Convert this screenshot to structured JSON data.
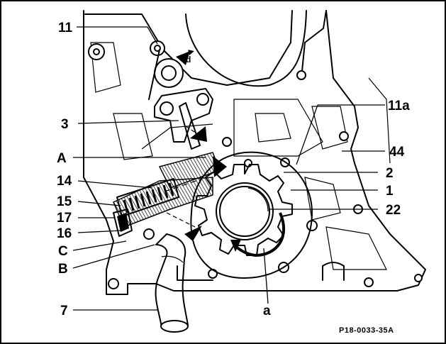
{
  "figure_reference": "P18-0033-35A",
  "callouts": {
    "c11": "11",
    "c11a": "11a",
    "c3": "3",
    "c44": "44",
    "cA": "A",
    "c2": "2",
    "c14": "14",
    "c1": "1",
    "c15": "15",
    "c22": "22",
    "c17": "17",
    "c16": "16",
    "cC": "C",
    "cB": "B",
    "c7": "7",
    "ca": "a",
    "cd": "d"
  }
}
